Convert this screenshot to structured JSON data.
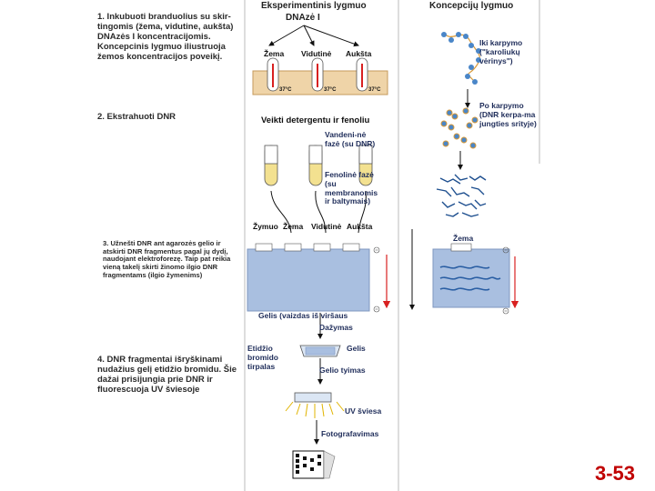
{
  "left_panel": {
    "step1": "1. Inkubuoti branduolius su skir-tingomis (žema, vidutine, aukšta) DNAzės I koncentracijomis. Koncepcinis lygmuo iliustruoja žemos koncentracijos poveikį.",
    "step2": "2. Ekstrahuoti DNR",
    "step3": "3. Užnešti DNR ant agarozės gelio ir atskirti DNR fragmentus pagal jų dydį, naudojant elektroforezę. Taip pat reikia vieną takelį skirti žinomo ilgio DNR fragmentams (ilgio žymenims)",
    "step4": "4. DNR fragmentai išryškinami nudažius gelį etidžio bromidu. Šie dažai prisijungia prie DNR ir fluorescuoja UV šviesoje"
  },
  "experimental": {
    "header_line1": "Eksperimentinis lygmuo",
    "header_line2": "DNAzė I",
    "tube_labels": [
      "Žema",
      "Vidutinė",
      "Aukšta"
    ],
    "temperature": "37°C",
    "extraction_label": "Veikti detergentu ir fenoliu",
    "aqueous_phase": "Vandeni-nė fazė (su DNR)",
    "phenol_phase": "Fenolinė fazė (su membranomis ir baltymais)",
    "lane_labels": [
      "Žymuo",
      "Žema",
      "Vidutinė",
      "Aukšta"
    ],
    "gel_caption": "Gelis (vaizdas iš viršaus",
    "staining": "Dažymas",
    "ethidium": "Etidžio bromido tirpalas",
    "gel_label": "Gelis",
    "gel_washing": "Gelio tyimas",
    "uv_light": "UV šviesa",
    "photography": "Fotografavimas"
  },
  "conceptual": {
    "header": "Koncepcijų lygmuo",
    "before_cut": "Iki karpymo (\"karoliukų vėrinys\")",
    "after_cut": "Po karpymo (DNR kerpa-ma jungties srityje)",
    "low_label": "Žema"
  },
  "page_number": "3-53",
  "colors": {
    "gel": "#a9bfe0",
    "tan_panel": "#efd4a8",
    "arrow_red": "#d82020",
    "tube_yellow": "#f3e190",
    "dna_blue": "#4a86c8",
    "dna_orange": "#d89a3a"
  }
}
